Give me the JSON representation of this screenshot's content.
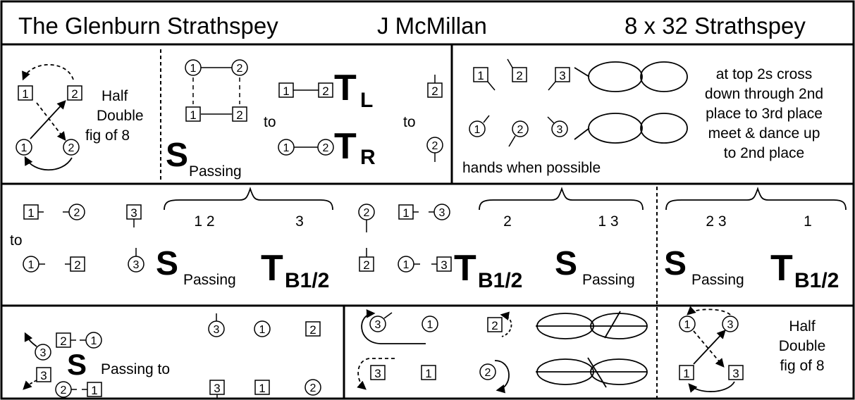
{
  "header": {
    "title": "The Glenburn Strathspey",
    "author": "J McMillan",
    "format": "8 x 32 Strathspey"
  },
  "bar1": {
    "half_double_fig": [
      "Half",
      "Double",
      "fig of 8"
    ],
    "s_main": "S",
    "s_sub": "Passing",
    "to": "to",
    "t_main": "T",
    "tl_sub": "L",
    "tr_sub": "R",
    "pos": {
      "one": "1",
      "two": "2"
    }
  },
  "bar2": {
    "hands_note": "hands when possible",
    "description": [
      "at top 2s cross",
      "down through 2nd",
      "place to 3rd place",
      "meet & dance up",
      "to 2nd place"
    ],
    "pos": {
      "one": "1",
      "two": "2",
      "three": "3"
    }
  },
  "bar3": {
    "to": "to",
    "brace_labels": [
      {
        "left": "1 2",
        "right": "3"
      },
      {
        "left": "2",
        "right": "1 3"
      },
      {
        "left": "2 3",
        "right": "1"
      }
    ],
    "s_main": "S",
    "s_sub": "Passing",
    "t_main": "T",
    "t_sub": "B1/2",
    "pos": {
      "one": "1",
      "two": "2",
      "three": "3"
    }
  },
  "bar4": {
    "s_main": "S",
    "s_sub": "Passing to",
    "half_double_fig": [
      "Half",
      "Double",
      "fig of 8"
    ],
    "pos": {
      "one": "1",
      "two": "2",
      "three": "3"
    }
  }
}
